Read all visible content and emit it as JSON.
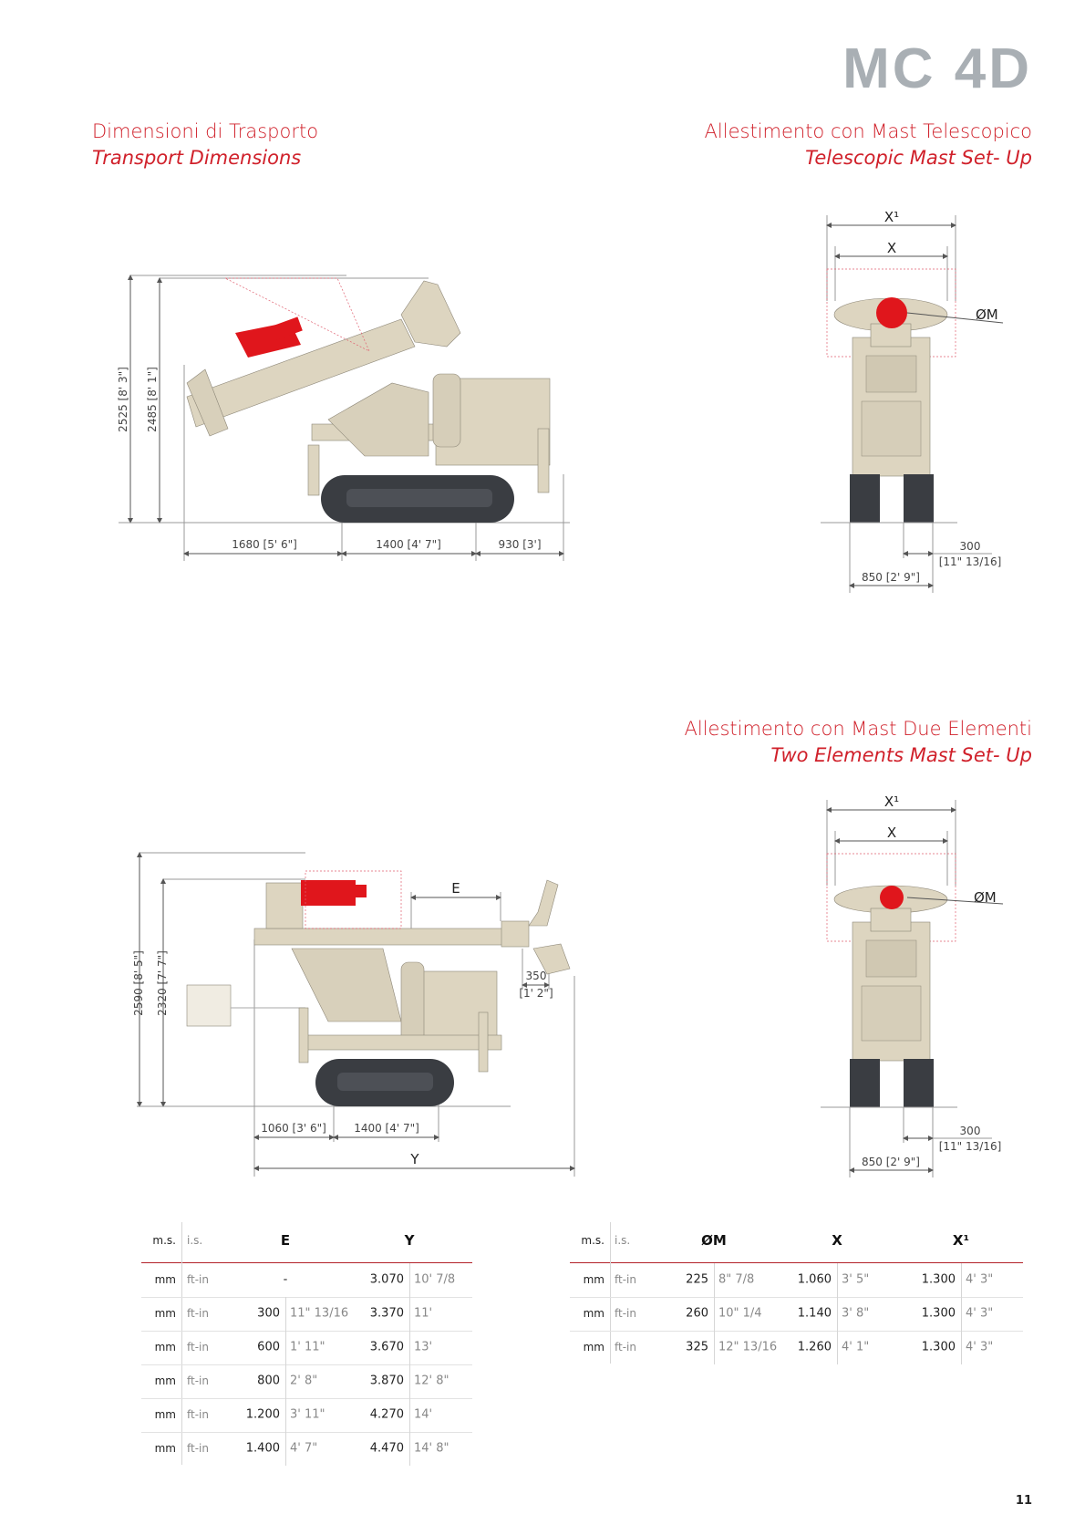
{
  "model": "MC 4D",
  "transport": {
    "title_it": "Dimensioni di Trasporto",
    "title_en": "Transport Dimensions",
    "dims": {
      "h1": "2525 [8' 3\"]",
      "h2": "2485 [8' 1\"]",
      "l1": "1680 [5' 6\"]",
      "l2": "1400 [4' 7\"]",
      "l3": "930 [3']"
    }
  },
  "telescopic": {
    "title_it": "Allestimento con Mast Telescopico",
    "title_en": "Telescopic Mast Set- Up",
    "dims": {
      "x1": "X¹",
      "x": "X",
      "om": "ØM",
      "w300": "300",
      "w300_in": "[11\" 13/16]",
      "w850": "850 [2' 9\"]"
    }
  },
  "two_elements": {
    "title_it": "Allestimento con Mast Due Elementi",
    "title_en": "Two Elements Mast Set- Up",
    "dims": {
      "h1": "2590 [8' 5\"]",
      "h2": "2320 [7' 7\"]",
      "l1": "1060 [3' 6\"]",
      "l2": "1400 [4' 7\"]",
      "y": "Y",
      "e": "E",
      "d350": "350",
      "d350_in": "[1' 2\"]",
      "x1": "X¹",
      "x": "X",
      "om": "ØM",
      "w300": "300",
      "w300_in": "[11\" 13/16]",
      "w850": "850 [2' 9\"]"
    }
  },
  "table_ey": {
    "headers": {
      "ms": "m.s.",
      "is": "i.s.",
      "e": "E",
      "y": "Y"
    },
    "rows": [
      {
        "ms": "mm",
        "is": "ft-in",
        "e_mm": "-",
        "e_ft": "",
        "y_mm": "3.070",
        "y_ft": "10' 7/8"
      },
      {
        "ms": "mm",
        "is": "ft-in",
        "e_mm": "300",
        "e_ft": "11\" 13/16",
        "y_mm": "3.370",
        "y_ft": "11'"
      },
      {
        "ms": "mm",
        "is": "ft-in",
        "e_mm": "600",
        "e_ft": "1' 11\"",
        "y_mm": "3.670",
        "y_ft": "13'"
      },
      {
        "ms": "mm",
        "is": "ft-in",
        "e_mm": "800",
        "e_ft": "2' 8\"",
        "y_mm": "3.870",
        "y_ft": "12' 8\""
      },
      {
        "ms": "mm",
        "is": "ft-in",
        "e_mm": "1.200",
        "e_ft": "3' 11\"",
        "y_mm": "4.270",
        "y_ft": "14'"
      },
      {
        "ms": "mm",
        "is": "ft-in",
        "e_mm": "1.400",
        "e_ft": "4' 7\"",
        "y_mm": "4.470",
        "y_ft": "14' 8\""
      }
    ]
  },
  "table_mx": {
    "headers": {
      "ms": "m.s.",
      "is": "i.s.",
      "om": "ØM",
      "x": "X",
      "x1": "X¹"
    },
    "rows": [
      {
        "ms": "mm",
        "is": "ft-in",
        "om_mm": "225",
        "om_ft": "8\" 7/8",
        "x_mm": "1.060",
        "x_ft": "3' 5\"",
        "x1_mm": "1.300",
        "x1_ft": "4' 3\""
      },
      {
        "ms": "mm",
        "is": "ft-in",
        "om_mm": "260",
        "om_ft": "10\" 1/4",
        "x_mm": "1.140",
        "x_ft": "3' 8\"",
        "x1_mm": "1.300",
        "x1_ft": "4' 3\""
      },
      {
        "ms": "mm",
        "is": "ft-in",
        "om_mm": "325",
        "om_ft": "12\" 13/16",
        "x_mm": "1.260",
        "x_ft": "4' 1\"",
        "x1_mm": "1.300",
        "x1_ft": "4' 3\""
      }
    ]
  },
  "page_number": "11",
  "colors": {
    "accent": "#d0202a",
    "model": "#a9afb4",
    "machine": "#ddd5c0",
    "track": "#3a3d42",
    "head": "#e0161c"
  }
}
